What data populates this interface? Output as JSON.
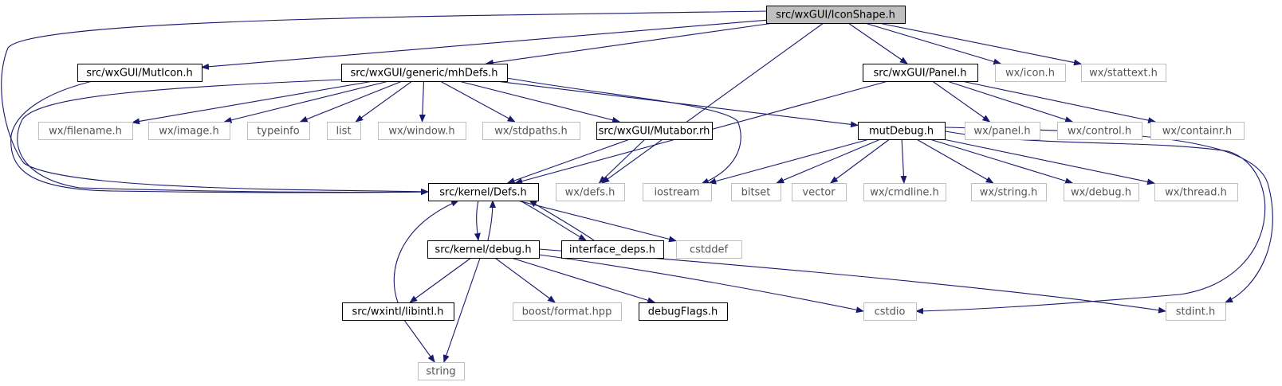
{
  "nodes": [
    {
      "id": "iconshape",
      "label": "src/wxGUI/IconShape.h",
      "style": "root"
    },
    {
      "id": "muticon",
      "label": "src/wxGUI/MutIcon.h",
      "style": "doc"
    },
    {
      "id": "mhdefs",
      "label": "src/wxGUI/generic/mhDefs.h",
      "style": "doc"
    },
    {
      "id": "panel",
      "label": "src/wxGUI/Panel.h",
      "style": "doc"
    },
    {
      "id": "wxicon",
      "label": "wx/icon.h",
      "style": "ext"
    },
    {
      "id": "wxstattext",
      "label": "wx/stattext.h",
      "style": "ext"
    },
    {
      "id": "wxfilename",
      "label": "wx/filename.h",
      "style": "ext"
    },
    {
      "id": "wximage",
      "label": "wx/image.h",
      "style": "ext"
    },
    {
      "id": "typeinfo",
      "label": "typeinfo",
      "style": "ext"
    },
    {
      "id": "list",
      "label": "list",
      "style": "ext"
    },
    {
      "id": "wxwindow",
      "label": "wx/window.h",
      "style": "ext"
    },
    {
      "id": "wxstdpaths",
      "label": "wx/stdpaths.h",
      "style": "ext"
    },
    {
      "id": "mutaborrh",
      "label": "src/wxGUI/Mutabor.rh",
      "style": "doc"
    },
    {
      "id": "mutdebug",
      "label": "mutDebug.h",
      "style": "doc"
    },
    {
      "id": "wxpanel",
      "label": "wx/panel.h",
      "style": "ext"
    },
    {
      "id": "wxcontrol",
      "label": "wx/control.h",
      "style": "ext"
    },
    {
      "id": "wxcontainr",
      "label": "wx/containr.h",
      "style": "ext"
    },
    {
      "id": "kdefs",
      "label": "src/kernel/Defs.h",
      "style": "doc"
    },
    {
      "id": "wxdefs",
      "label": "wx/defs.h",
      "style": "ext"
    },
    {
      "id": "iostream",
      "label": "iostream",
      "style": "ext"
    },
    {
      "id": "bitset",
      "label": "bitset",
      "style": "ext"
    },
    {
      "id": "vector",
      "label": "vector",
      "style": "ext"
    },
    {
      "id": "wxcmdline",
      "label": "wx/cmdline.h",
      "style": "ext"
    },
    {
      "id": "wxstring",
      "label": "wx/string.h",
      "style": "ext"
    },
    {
      "id": "wxdebug",
      "label": "wx/debug.h",
      "style": "ext"
    },
    {
      "id": "wxthread",
      "label": "wx/thread.h",
      "style": "ext"
    },
    {
      "id": "kdebug",
      "label": "src/kernel/debug.h",
      "style": "doc"
    },
    {
      "id": "ifdeps",
      "label": "interface_deps.h",
      "style": "doc"
    },
    {
      "id": "cstddef",
      "label": "cstddef",
      "style": "ext"
    },
    {
      "id": "libintl",
      "label": "src/wxintl/libintl.h",
      "style": "doc"
    },
    {
      "id": "boostformat",
      "label": "boost/format.hpp",
      "style": "ext"
    },
    {
      "id": "debugflags",
      "label": "debugFlags.h",
      "style": "doc"
    },
    {
      "id": "cstdio",
      "label": "cstdio",
      "style": "ext"
    },
    {
      "id": "stdint",
      "label": "stdint.h",
      "style": "ext"
    },
    {
      "id": "string",
      "label": "string",
      "style": "ext"
    }
  ],
  "edges": [
    [
      "iconshape",
      "muticon"
    ],
    [
      "iconshape",
      "kdefs"
    ],
    [
      "iconshape",
      "mhdefs"
    ],
    [
      "iconshape",
      "wxdefs"
    ],
    [
      "iconshape",
      "panel"
    ],
    [
      "iconshape",
      "wxicon"
    ],
    [
      "iconshape",
      "wxstattext"
    ],
    [
      "muticon",
      "kdefs"
    ],
    [
      "mhdefs",
      "kdefs"
    ],
    [
      "mhdefs",
      "wxfilename"
    ],
    [
      "mhdefs",
      "wximage"
    ],
    [
      "mhdefs",
      "typeinfo"
    ],
    [
      "mhdefs",
      "list"
    ],
    [
      "mhdefs",
      "wxwindow"
    ],
    [
      "mhdefs",
      "wxstdpaths"
    ],
    [
      "mhdefs",
      "mutaborrh"
    ],
    [
      "mhdefs",
      "mutdebug"
    ],
    [
      "mhdefs",
      "iostream"
    ],
    [
      "panel",
      "kdefs"
    ],
    [
      "panel",
      "wxpanel"
    ],
    [
      "panel",
      "wxcontrol"
    ],
    [
      "panel",
      "wxcontainr"
    ],
    [
      "mutaborrh",
      "kdefs"
    ],
    [
      "mutaborrh",
      "wxdefs"
    ],
    [
      "mutdebug",
      "iostream"
    ],
    [
      "mutdebug",
      "bitset"
    ],
    [
      "mutdebug",
      "vector"
    ],
    [
      "mutdebug",
      "wxcmdline"
    ],
    [
      "mutdebug",
      "wxstring"
    ],
    [
      "mutdebug",
      "wxdebug"
    ],
    [
      "mutdebug",
      "wxthread"
    ],
    [
      "mutdebug",
      "cstdio"
    ],
    [
      "mutdebug",
      "stdint"
    ],
    [
      "kdefs",
      "kdebug"
    ],
    [
      "kdefs",
      "ifdeps"
    ],
    [
      "kdefs",
      "cstddef"
    ],
    [
      "kdebug",
      "kdefs"
    ],
    [
      "kdebug",
      "libintl"
    ],
    [
      "kdebug",
      "string"
    ],
    [
      "kdebug",
      "boostformat"
    ],
    [
      "kdebug",
      "debugflags"
    ],
    [
      "kdebug",
      "cstdio"
    ],
    [
      "kdebug",
      "stdint"
    ],
    [
      "ifdeps",
      "kdefs"
    ],
    [
      "libintl",
      "kdefs"
    ],
    [
      "libintl",
      "string"
    ]
  ],
  "colors": {
    "edge": "#191970",
    "root_fill": "#bfbfbf",
    "root_stroke": "#000000",
    "doc_stroke": "#000000",
    "ext_stroke": "#bfbfbf",
    "ext_text": "#555555",
    "text": "#000000"
  }
}
